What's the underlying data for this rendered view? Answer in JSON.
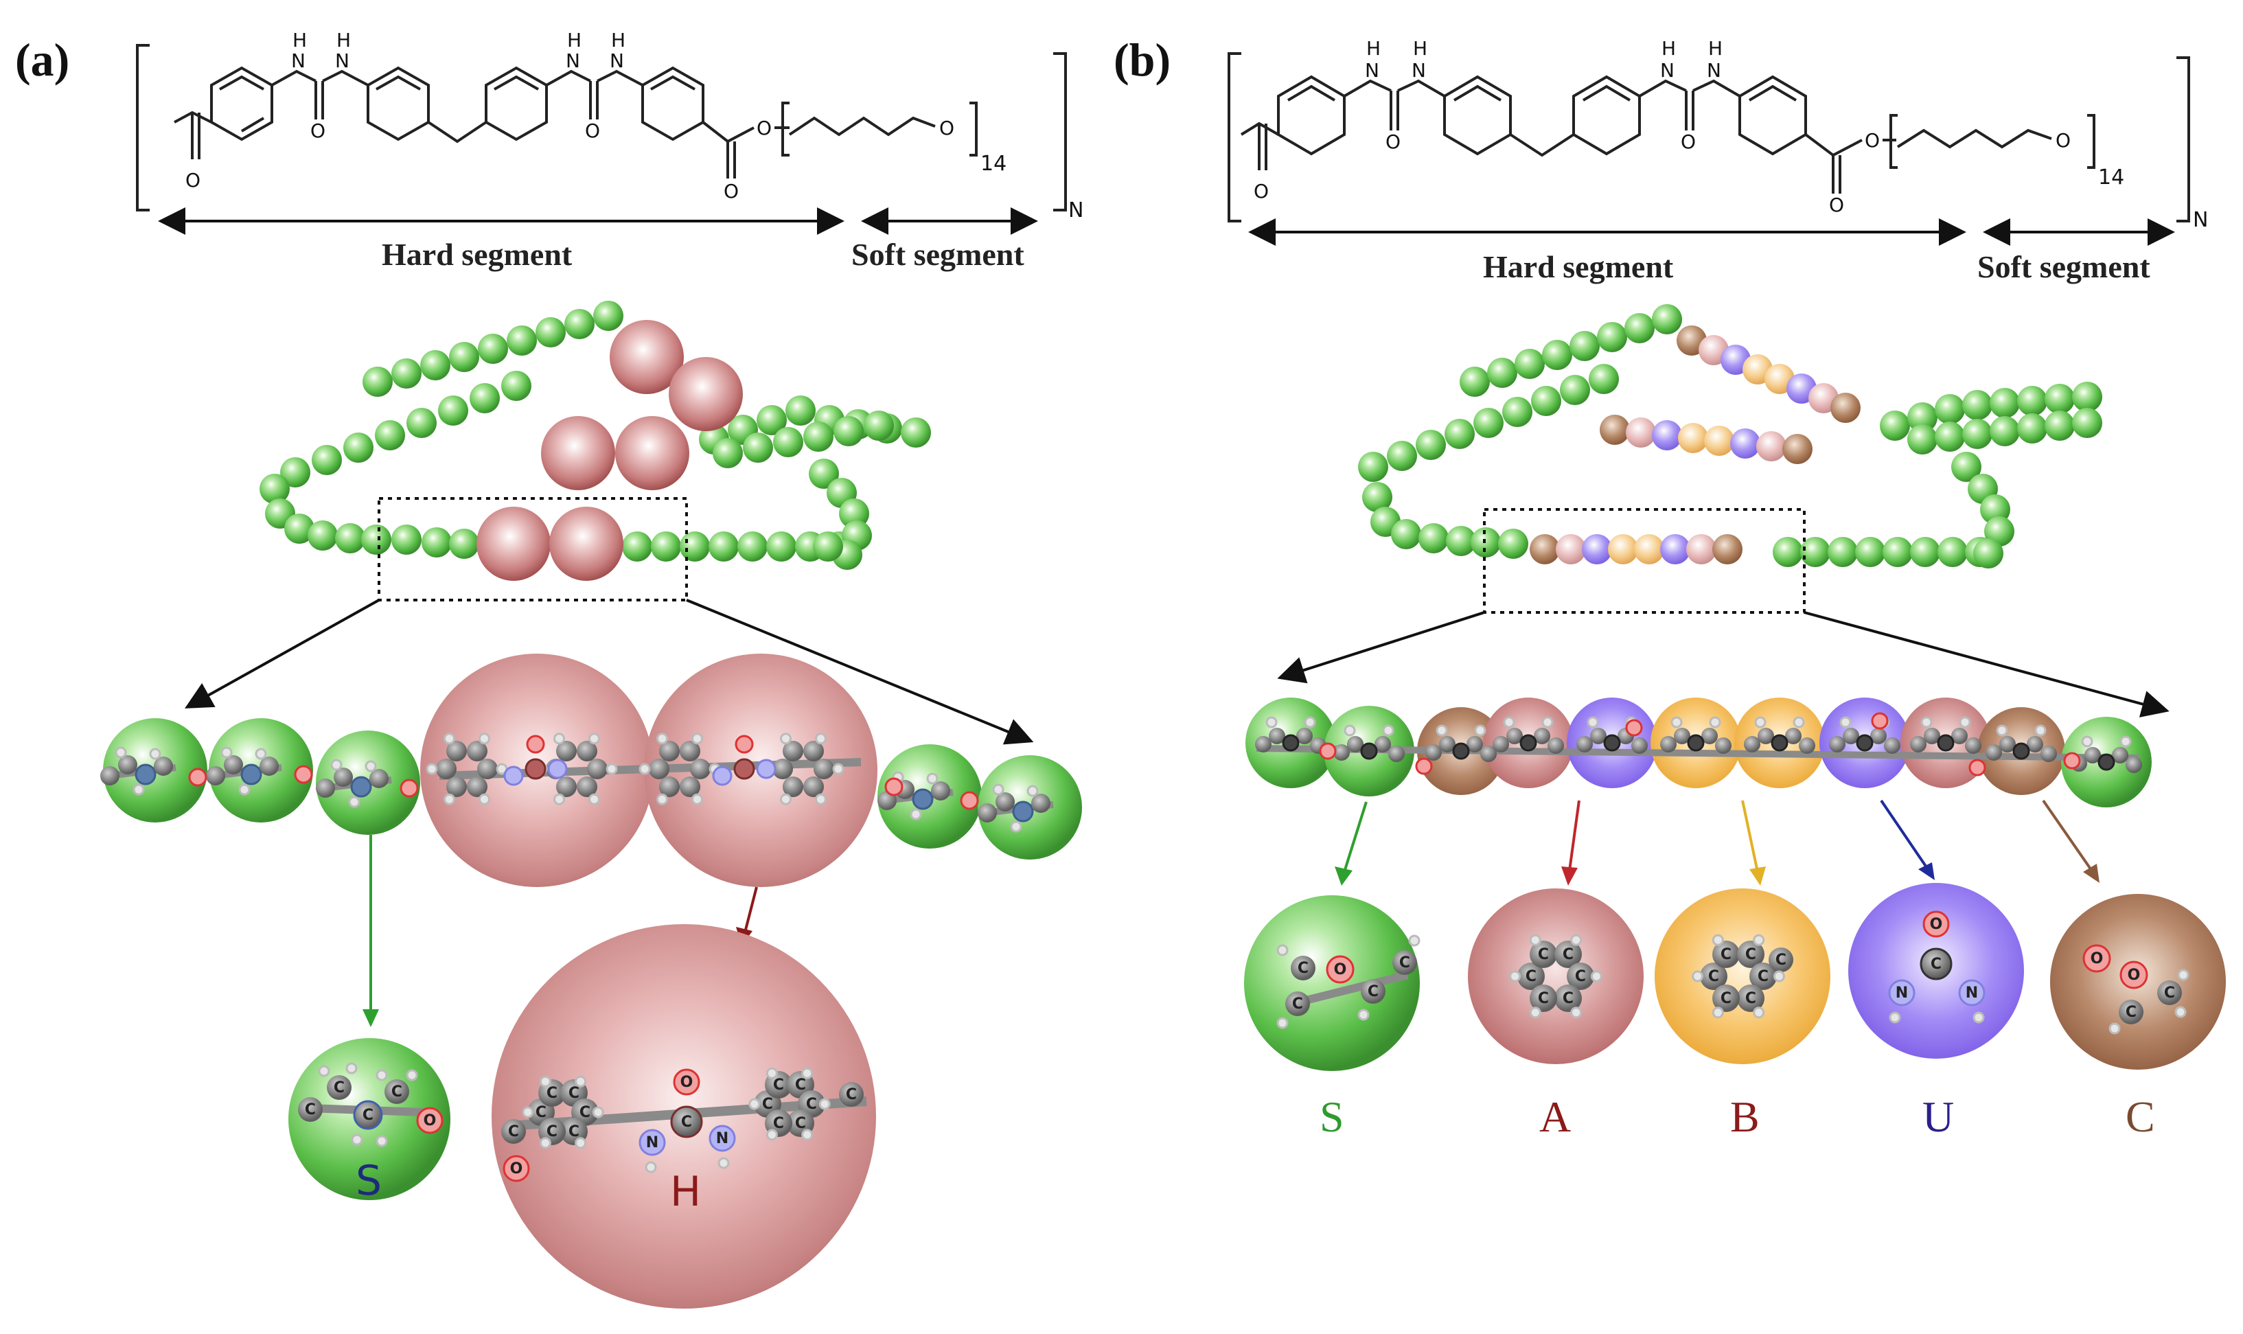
{
  "panels": {
    "a": {
      "label": "(a)",
      "hard_segment": "Hard segment",
      "soft_segment": "Soft segment",
      "repeat_soft": "14",
      "repeat_n": "N",
      "atom_O": "O",
      "atom_H": "H",
      "bead_S": "S",
      "bead_H": "H"
    },
    "b": {
      "label": "(b)",
      "hard_segment": "Hard segment",
      "soft_segment": "Soft segment",
      "repeat_soft": "14",
      "repeat_n": "N",
      "atom_O": "O",
      "atom_H": "H",
      "beads": [
        "S",
        "A",
        "B",
        "U",
        "C"
      ]
    }
  },
  "atoms": {
    "C": "C",
    "N": "N",
    "O": "O"
  },
  "colors": {
    "soft_bead": "#6cc85a",
    "hard_bead": "#c46a6a",
    "A_bead": "#c27878",
    "B_bead": "#f3b64a",
    "U_bead": "#8d70f2",
    "C_bead": "#a37155",
    "S_label": "#2f9a2f",
    "A_label": "#8b1a1a",
    "B_label": "#8b1a1a",
    "U_label": "#2a1f8a",
    "C_label": "#7a4a30",
    "S_letter_a": "#1e2a7a",
    "H_letter_a": "#8b1a1a"
  }
}
